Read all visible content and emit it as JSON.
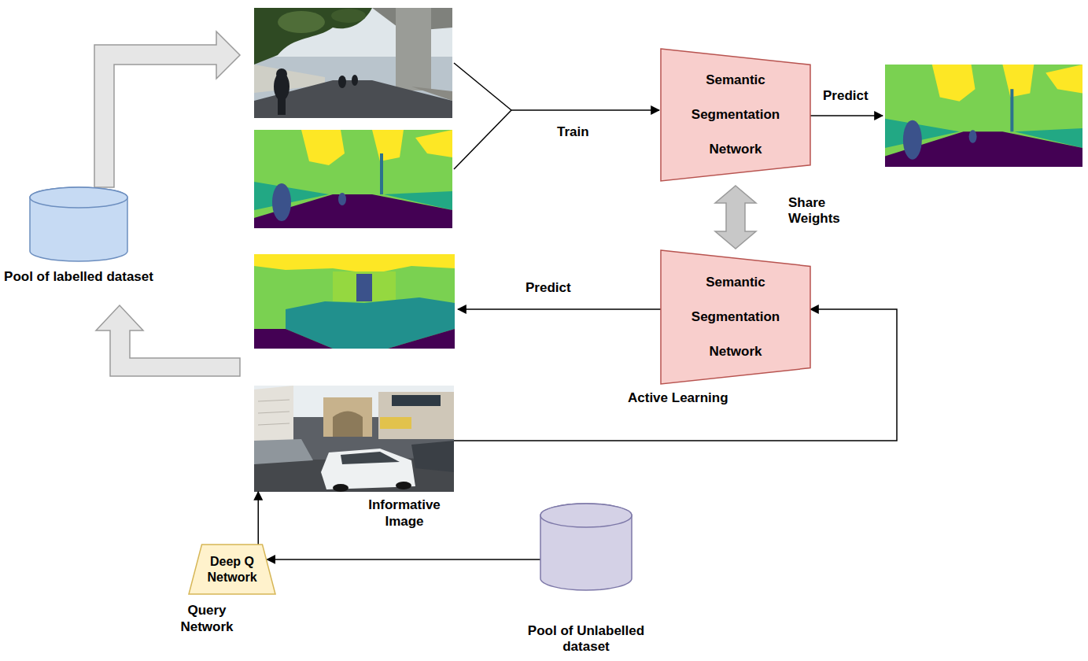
{
  "diagram": {
    "nodes": [
      {
        "text": [
          "Pool of labelled dataset"
        ]
      },
      {
        "text": [
          "Semantic Segmentation Network"
        ]
      },
      {
        "text": [
          "Semantic Segmentation Network"
        ]
      },
      {
        "text": [
          "Informative Image"
        ]
      },
      {
        "text": [
          "Deep Q Network",
          "Query Network"
        ]
      },
      {
        "text": [
          "Pool of Unlabelled dataset"
        ]
      }
    ],
    "edges": [
      {
        "from": 1,
        "to": 2,
        "arrow": "both",
        "label": "Share Weights"
      },
      {
        "from": 5,
        "to": 4,
        "arrow": "to"
      },
      {
        "from": 4,
        "to": 3,
        "arrow": "to"
      },
      {
        "from": 3,
        "to": 2,
        "arrow": "to"
      }
    ],
    "labels": [
      "Train",
      "Predict",
      "Predict",
      "Active Learning"
    ]
  }
}
